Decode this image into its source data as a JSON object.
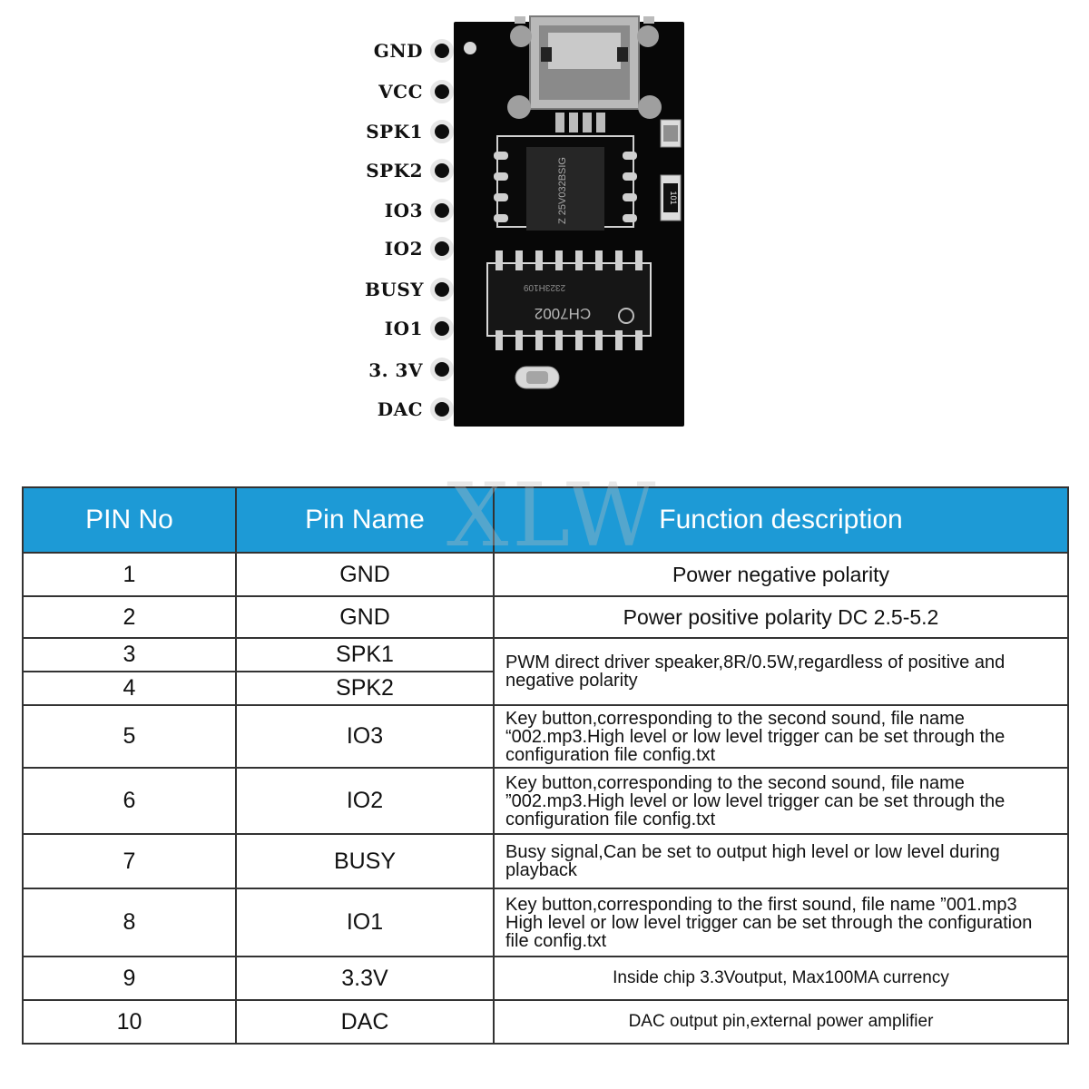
{
  "board": {
    "pins": [
      "GND",
      "VCC",
      "SPK1",
      "SPK2",
      "IO3",
      "IO2",
      "BUSY",
      "IO1",
      "3. 3V",
      "DAC"
    ],
    "chip_marking": "CH7002",
    "chip_sub_marking": "2323H109",
    "flash_marking": "Z 25V032BSIG",
    "resistor_marking": "101",
    "pcb_color": "#070707"
  },
  "watermark": "XLW",
  "table": {
    "headers": [
      "PIN No",
      "Pin Name",
      "Function description"
    ],
    "header_color": "#1d9ad6",
    "rows": [
      {
        "no": "1",
        "name": "GND",
        "func": [
          "Power negative polarity"
        ]
      },
      {
        "no": "2",
        "name": "GND",
        "func": [
          "Power positive polarity DC 2.5-5.2"
        ]
      },
      {
        "no": "3",
        "name": "SPK1",
        "func": [
          "PWM direct driver speaker,8R/0.5W,regardless of positive and",
          "negative polarity"
        ]
      },
      {
        "no": "4",
        "name": "SPK2"
      },
      {
        "no": "5",
        "name": "IO3",
        "func": [
          "Key button,corresponding to the second sound, file name",
          "“002.mp3.High level or low level trigger can be set through the",
          "configuration file config.txt"
        ]
      },
      {
        "no": "6",
        "name": "IO2",
        "func": [
          "Key button,corresponding to the second sound, file name",
          "”002.mp3.High level or low level trigger can be set through the",
          "configuration file config.txt"
        ]
      },
      {
        "no": "7",
        "name": "BUSY",
        "func": [
          "Busy signal,Can be set to output high level or low level during",
          "playback"
        ]
      },
      {
        "no": "8",
        "name": "IO1",
        "func": [
          "Key button,corresponding to the first sound, file name ”001.mp3",
          "High level or low level trigger can be set through the configuration",
          "file config.txt"
        ]
      },
      {
        "no": "9",
        "name": "3.3V",
        "func": [
          "Inside chip 3.3Voutput, Max100MA currency"
        ]
      },
      {
        "no": "10",
        "name": "DAC",
        "func": [
          "DAC output pin,external power amplifier"
        ]
      }
    ]
  }
}
